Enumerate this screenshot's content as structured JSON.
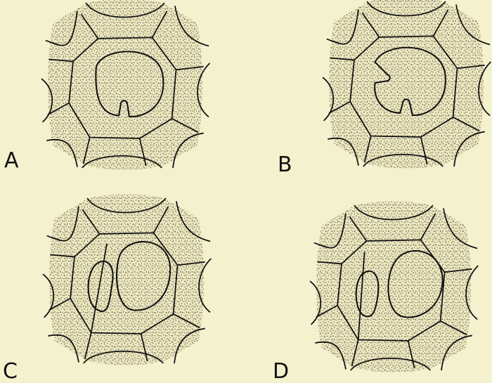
{
  "figure": {
    "panels": [
      {
        "id": "A",
        "label": "A",
        "stage": "single-infold"
      },
      {
        "id": "B",
        "label": "B",
        "stage": "double-infold"
      },
      {
        "id": "C",
        "label": "C",
        "stage": "divided-lumen"
      },
      {
        "id": "D",
        "label": "D",
        "stage": "divided-lumen-oblique"
      }
    ],
    "colors": {
      "background": "#f4f1cf",
      "stipple": "#1a1a1a",
      "line": "#111111"
    }
  }
}
